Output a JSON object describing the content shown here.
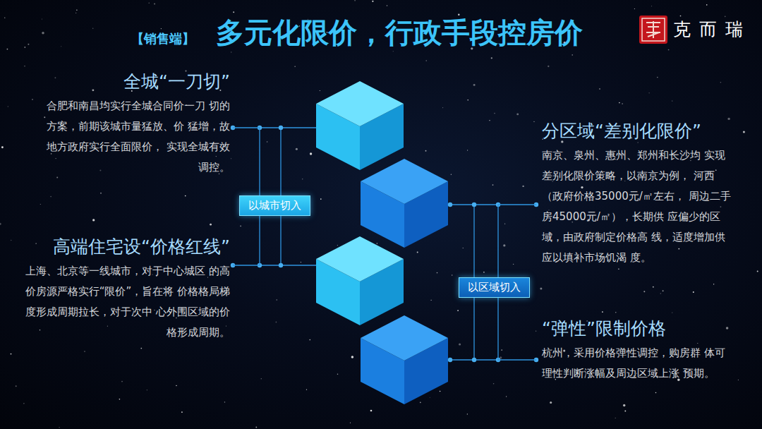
{
  "diagram": {
    "title": "多元化限价，行政手段控房价",
    "nodes": [
      {
        "text": [
          "全城“一刀切”",
          "合肥和南昌均实行全城合同价一刀 切的方案，前期该城市量猛放、价 猛增，故地方政府实行全面限价， 实现全城有效调控。"
        ]
      },
      {
        "text": [
          "高端住宅设“价格红线”",
          "上海、北京等一线城市，对于中心城区 的高价房源严格实行“限价”，旨在将 价格格局梯度形成周期拉长，对于次中 心外围区域的价格形成周期。"
        ]
      },
      {
        "text": [
          "以城市切入"
        ]
      },
      {
        "text": [
          "分区域“差别化限价”",
          "南京、泉州、惠州、郑州和长沙均 实现差别化限价策略，以南京为例， 河西（政府价格35000元/㎡左右， 周边二手房45000元/㎡），长期供 应偏少的区域，由政府制定价格高 线，适度增加供应以填补市场饥渴 度。"
        ]
      },
      {
        "text": [
          "“弹性”限制价格",
          "杭州，采用价格弹性调控，购房群 体可理性判断涨幅及周边区域上涨 预期。"
        ]
      },
      {
        "text": [
          "以区域切入"
        ]
      }
    ],
    "edges": [
      {
        "from": 0,
        "to": 2,
        "arrow": "none"
      },
      {
        "from": 1,
        "to": 2,
        "arrow": "none"
      },
      {
        "from": 3,
        "to": 5,
        "arrow": "none"
      },
      {
        "from": 4,
        "to": 5,
        "arrow": "none"
      }
    ],
    "labels": [
      "【销售端】",
      "克而瑞"
    ]
  }
}
